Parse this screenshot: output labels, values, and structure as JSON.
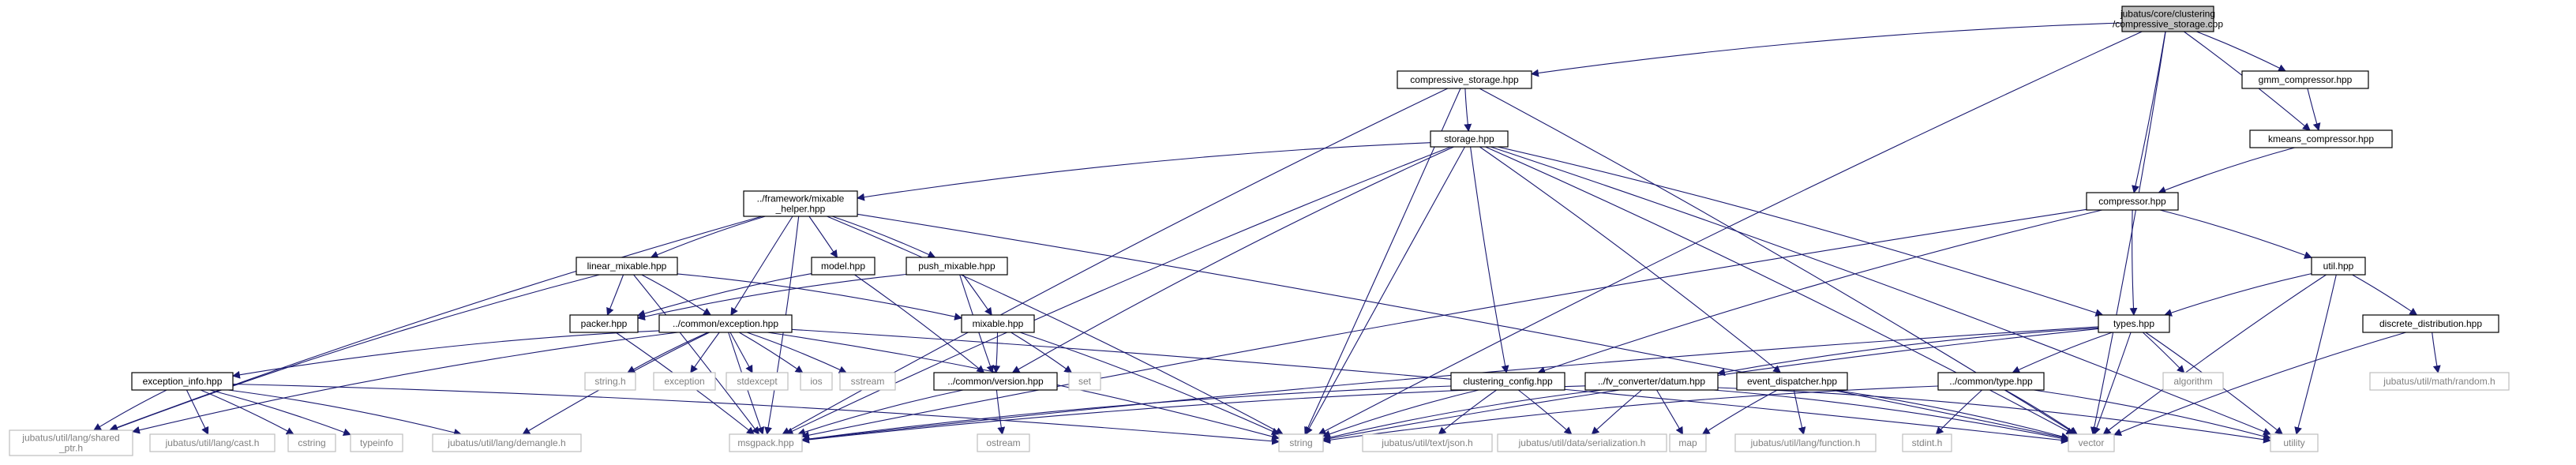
{
  "graph": {
    "colors": {
      "root_fill": "#bfbfbf",
      "node_fill": "#ffffff",
      "node_border": "#000000",
      "external_border": "#bfbfbf",
      "external_text": "#808080",
      "edge": "#191970"
    },
    "nodes": [
      {
        "id": "root",
        "lines": [
          "jubatus/core/clustering",
          "/compressive_storage.cpp"
        ],
        "kind": "root"
      },
      {
        "id": "compressive_storage_hpp",
        "lines": [
          "compressive_storage.hpp"
        ],
        "kind": "file"
      },
      {
        "id": "gmm_compressor_hpp",
        "lines": [
          "gmm_compressor.hpp"
        ],
        "kind": "file"
      },
      {
        "id": "kmeans_compressor_hpp",
        "lines": [
          "kmeans_compressor.hpp"
        ],
        "kind": "file"
      },
      {
        "id": "storage_hpp",
        "lines": [
          "storage.hpp"
        ],
        "kind": "file"
      },
      {
        "id": "compressor_hpp",
        "lines": [
          "compressor.hpp"
        ],
        "kind": "file"
      },
      {
        "id": "mixable_helper_hpp",
        "lines": [
          "../framework/mixable",
          "_helper.hpp"
        ],
        "kind": "file"
      },
      {
        "id": "linear_mixable_hpp",
        "lines": [
          "linear_mixable.hpp"
        ],
        "kind": "file"
      },
      {
        "id": "model_hpp",
        "lines": [
          "model.hpp"
        ],
        "kind": "file"
      },
      {
        "id": "push_mixable_hpp",
        "lines": [
          "push_mixable.hpp"
        ],
        "kind": "file"
      },
      {
        "id": "util_hpp",
        "lines": [
          "util.hpp"
        ],
        "kind": "file"
      },
      {
        "id": "packer_hpp",
        "lines": [
          "packer.hpp"
        ],
        "kind": "file"
      },
      {
        "id": "exception_hpp",
        "lines": [
          "../common/exception.hpp"
        ],
        "kind": "file"
      },
      {
        "id": "mixable_hpp",
        "lines": [
          "mixable.hpp"
        ],
        "kind": "file"
      },
      {
        "id": "types_hpp",
        "lines": [
          "types.hpp"
        ],
        "kind": "file"
      },
      {
        "id": "discrete_distribution_hpp",
        "lines": [
          "discrete_distribution.hpp"
        ],
        "kind": "file"
      },
      {
        "id": "exception_info_hpp",
        "lines": [
          "exception_info.hpp"
        ],
        "kind": "file"
      },
      {
        "id": "version_hpp",
        "lines": [
          "../common/version.hpp"
        ],
        "kind": "file"
      },
      {
        "id": "clustering_config_hpp",
        "lines": [
          "clustering_config.hpp"
        ],
        "kind": "file"
      },
      {
        "id": "datum_hpp",
        "lines": [
          "../fv_converter/datum.hpp"
        ],
        "kind": "file"
      },
      {
        "id": "event_dispatcher_hpp",
        "lines": [
          "event_dispatcher.hpp"
        ],
        "kind": "file"
      },
      {
        "id": "common_type_hpp",
        "lines": [
          "../common/type.hpp"
        ],
        "kind": "file"
      },
      {
        "id": "shared_ptr_h",
        "lines": [
          "jubatus/util/lang/shared",
          "_ptr.h"
        ],
        "kind": "external"
      },
      {
        "id": "cast_h",
        "lines": [
          "jubatus/util/lang/cast.h"
        ],
        "kind": "external"
      },
      {
        "id": "cstring",
        "lines": [
          "cstring"
        ],
        "kind": "external"
      },
      {
        "id": "typeinfo",
        "lines": [
          "typeinfo"
        ],
        "kind": "external"
      },
      {
        "id": "demangle_h",
        "lines": [
          "jubatus/util/lang/demangle.h"
        ],
        "kind": "external"
      },
      {
        "id": "msgpack_hpp",
        "lines": [
          "msgpack.hpp"
        ],
        "kind": "external"
      },
      {
        "id": "string_h",
        "lines": [
          "string.h"
        ],
        "kind": "external"
      },
      {
        "id": "exception",
        "lines": [
          "exception"
        ],
        "kind": "external"
      },
      {
        "id": "stdexcept",
        "lines": [
          "stdexcept"
        ],
        "kind": "external"
      },
      {
        "id": "ios",
        "lines": [
          "ios"
        ],
        "kind": "external"
      },
      {
        "id": "sstream",
        "lines": [
          "sstream"
        ],
        "kind": "external"
      },
      {
        "id": "set",
        "lines": [
          "set"
        ],
        "kind": "external"
      },
      {
        "id": "ostream",
        "lines": [
          "ostream"
        ],
        "kind": "external"
      },
      {
        "id": "string",
        "lines": [
          "string"
        ],
        "kind": "external"
      },
      {
        "id": "json_h",
        "lines": [
          "jubatus/util/text/json.h"
        ],
        "kind": "external"
      },
      {
        "id": "serialization_h",
        "lines": [
          "jubatus/util/data/serialization.h"
        ],
        "kind": "external"
      },
      {
        "id": "map",
        "lines": [
          "map"
        ],
        "kind": "external"
      },
      {
        "id": "function_h",
        "lines": [
          "jubatus/util/lang/function.h"
        ],
        "kind": "external"
      },
      {
        "id": "stdint_h",
        "lines": [
          "stdint.h"
        ],
        "kind": "external"
      },
      {
        "id": "vector",
        "lines": [
          "vector"
        ],
        "kind": "external"
      },
      {
        "id": "utility",
        "lines": [
          "utility"
        ],
        "kind": "external"
      },
      {
        "id": "algorithm",
        "lines": [
          "algorithm"
        ],
        "kind": "external"
      },
      {
        "id": "random_h",
        "lines": [
          "jubatus/util/math/random.h"
        ],
        "kind": "external"
      }
    ],
    "edges": [
      [
        "root",
        "compressive_storage_hpp"
      ],
      [
        "root",
        "gmm_compressor_hpp"
      ],
      [
        "root",
        "kmeans_compressor_hpp"
      ],
      [
        "root",
        "compressor_hpp"
      ],
      [
        "root",
        "string"
      ],
      [
        "root",
        "vector"
      ],
      [
        "compressive_storage_hpp",
        "storage_hpp"
      ],
      [
        "compressive_storage_hpp",
        "msgpack_hpp"
      ],
      [
        "compressive_storage_hpp",
        "string"
      ],
      [
        "compressive_storage_hpp",
        "vector"
      ],
      [
        "gmm_compressor_hpp",
        "kmeans_compressor_hpp"
      ],
      [
        "kmeans_compressor_hpp",
        "compressor_hpp"
      ],
      [
        "storage_hpp",
        "mixable_helper_hpp"
      ],
      [
        "storage_hpp",
        "version_hpp"
      ],
      [
        "storage_hpp",
        "clustering_config_hpp"
      ],
      [
        "storage_hpp",
        "event_dispatcher_hpp"
      ],
      [
        "storage_hpp",
        "types_hpp"
      ],
      [
        "storage_hpp",
        "msgpack_hpp"
      ],
      [
        "storage_hpp",
        "string"
      ],
      [
        "storage_hpp",
        "vector"
      ],
      [
        "storage_hpp",
        "utility"
      ],
      [
        "compressor_hpp",
        "clustering_config_hpp"
      ],
      [
        "compressor_hpp",
        "types_hpp"
      ],
      [
        "compressor_hpp",
        "util_hpp"
      ],
      [
        "compressor_hpp",
        "msgpack_hpp"
      ],
      [
        "mixable_helper_hpp",
        "linear_mixable_hpp"
      ],
      [
        "mixable_helper_hpp",
        "model_hpp"
      ],
      [
        "mixable_helper_hpp",
        "push_mixable_hpp"
      ],
      [
        "mixable_helper_hpp",
        "exception_hpp"
      ],
      [
        "mixable_helper_hpp",
        "shared_ptr_h"
      ],
      [
        "mixable_helper_hpp",
        "msgpack_hpp"
      ],
      [
        "mixable_helper_hpp",
        "string"
      ],
      [
        "mixable_helper_hpp",
        "vector"
      ],
      [
        "linear_mixable_hpp",
        "packer_hpp"
      ],
      [
        "linear_mixable_hpp",
        "exception_hpp"
      ],
      [
        "linear_mixable_hpp",
        "mixable_hpp"
      ],
      [
        "linear_mixable_hpp",
        "shared_ptr_h"
      ],
      [
        "linear_mixable_hpp",
        "msgpack_hpp"
      ],
      [
        "model_hpp",
        "packer_hpp"
      ],
      [
        "model_hpp",
        "version_hpp"
      ],
      [
        "push_mixable_hpp",
        "packer_hpp"
      ],
      [
        "push_mixable_hpp",
        "mixable_hpp"
      ],
      [
        "push_mixable_hpp",
        "version_hpp"
      ],
      [
        "packer_hpp",
        "msgpack_hpp"
      ],
      [
        "exception_hpp",
        "exception_info_hpp"
      ],
      [
        "exception_hpp",
        "shared_ptr_h"
      ],
      [
        "exception_hpp",
        "demangle_h"
      ],
      [
        "exception_hpp",
        "msgpack_hpp"
      ],
      [
        "exception_hpp",
        "string_h"
      ],
      [
        "exception_hpp",
        "exception"
      ],
      [
        "exception_hpp",
        "stdexcept"
      ],
      [
        "exception_hpp",
        "ios"
      ],
      [
        "exception_hpp",
        "sstream"
      ],
      [
        "exception_hpp",
        "string"
      ],
      [
        "exception_hpp",
        "vector"
      ],
      [
        "exception_info_hpp",
        "shared_ptr_h"
      ],
      [
        "exception_info_hpp",
        "cast_h"
      ],
      [
        "exception_info_hpp",
        "cstring"
      ],
      [
        "exception_info_hpp",
        "typeinfo"
      ],
      [
        "exception_info_hpp",
        "demangle_h"
      ],
      [
        "exception_info_hpp",
        "string"
      ],
      [
        "mixable_hpp",
        "version_hpp"
      ],
      [
        "mixable_hpp",
        "set"
      ],
      [
        "mixable_hpp",
        "string"
      ],
      [
        "version_hpp",
        "msgpack_hpp"
      ],
      [
        "version_hpp",
        "ostream"
      ],
      [
        "util_hpp",
        "types_hpp"
      ],
      [
        "util_hpp",
        "discrete_distribution_hpp"
      ],
      [
        "util_hpp",
        "vector"
      ],
      [
        "util_hpp",
        "utility"
      ],
      [
        "discrete_distribution_hpp",
        "random_h"
      ],
      [
        "discrete_distribution_hpp",
        "vector"
      ],
      [
        "types_hpp",
        "datum_hpp"
      ],
      [
        "types_hpp",
        "common_type_hpp"
      ],
      [
        "types_hpp",
        "msgpack_hpp"
      ],
      [
        "types_hpp",
        "string"
      ],
      [
        "types_hpp",
        "vector"
      ],
      [
        "types_hpp",
        "utility"
      ],
      [
        "types_hpp",
        "algorithm"
      ],
      [
        "clustering_config_hpp",
        "json_h"
      ],
      [
        "clustering_config_hpp",
        "serialization_h"
      ],
      [
        "clustering_config_hpp",
        "msgpack_hpp"
      ],
      [
        "clustering_config_hpp",
        "string"
      ],
      [
        "datum_hpp",
        "msgpack_hpp"
      ],
      [
        "datum_hpp",
        "serialization_h"
      ],
      [
        "datum_hpp",
        "map"
      ],
      [
        "datum_hpp",
        "string"
      ],
      [
        "datum_hpp",
        "vector"
      ],
      [
        "datum_hpp",
        "utility"
      ],
      [
        "event_dispatcher_hpp",
        "function_h"
      ],
      [
        "event_dispatcher_hpp",
        "map"
      ],
      [
        "event_dispatcher_hpp",
        "vector"
      ],
      [
        "common_type_hpp",
        "string"
      ],
      [
        "common_type_hpp",
        "stdint_h"
      ],
      [
        "common_type_hpp",
        "vector"
      ],
      [
        "common_type_hpp",
        "utility"
      ]
    ]
  }
}
